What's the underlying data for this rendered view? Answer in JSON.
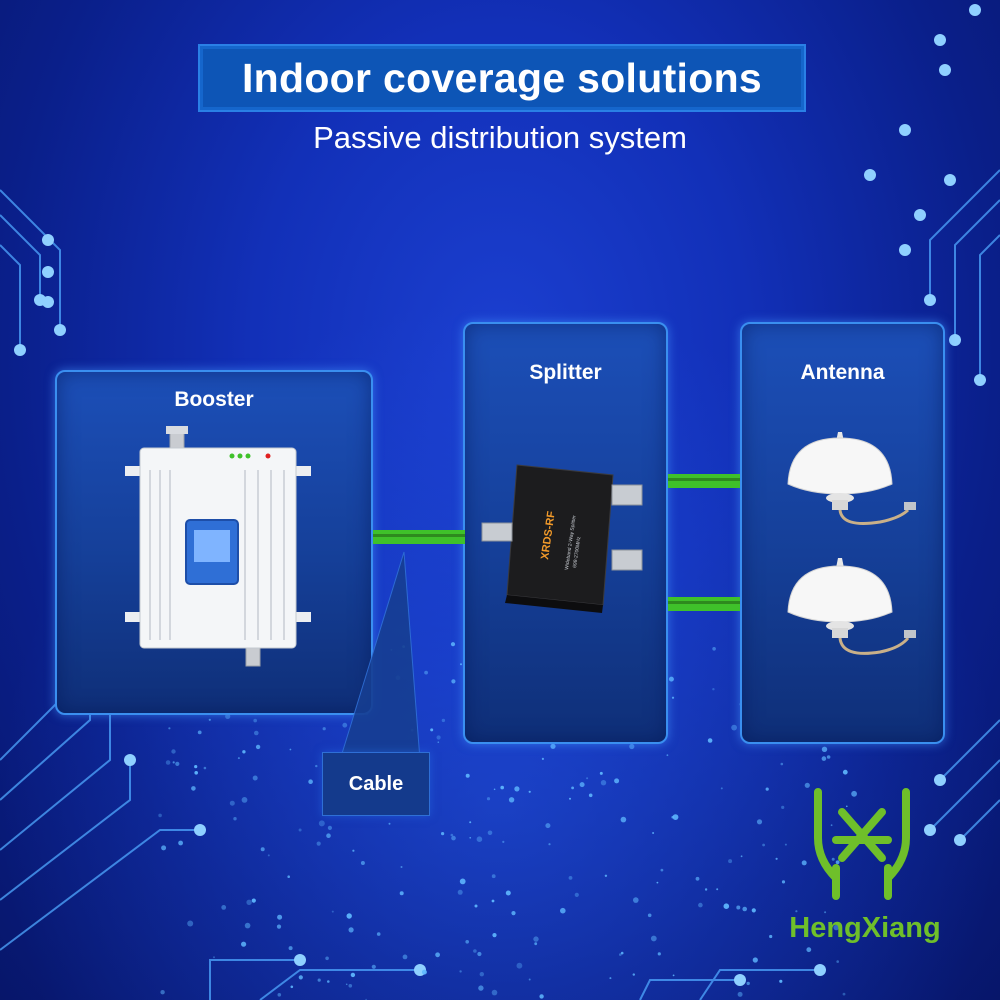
{
  "header": {
    "title": "Indoor coverage solutions",
    "subtitle": "Passive distribution system"
  },
  "panels": {
    "booster": {
      "label": "Booster"
    },
    "splitter": {
      "label": "Splitter"
    },
    "antenna": {
      "label": "Antenna"
    }
  },
  "cable": {
    "label": "Cable"
  },
  "brand": {
    "name": "HengXiang"
  },
  "device_markings": {
    "splitter_brand": "XRDS-RF",
    "splitter_desc": "Wideband 2-Way Splitter",
    "splitter_freq": "698-2700MHz"
  },
  "colors": {
    "background": "#1230b8",
    "panel_border": "#3a8ff0",
    "title_banner": "#0d55b6",
    "cable_green": "#3fc12a",
    "brand_green": "#6fbf2a"
  }
}
